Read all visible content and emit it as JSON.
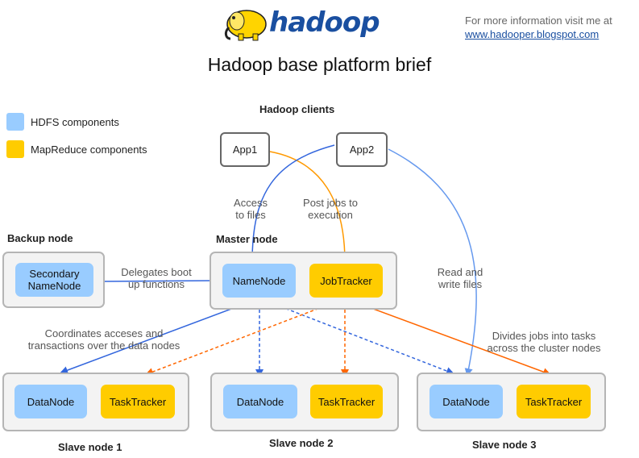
{
  "logo": {
    "text": "hadoop"
  },
  "info": {
    "line1": "For more information visit me at",
    "link": "www.hadooper.blogspot.com"
  },
  "title": "Hadoop base platform brief",
  "legend": {
    "hdfs": {
      "label": "HDFS components",
      "color": "#99ccff"
    },
    "mapreduce": {
      "label": "MapReduce components",
      "color": "#ffcc00"
    }
  },
  "clients": {
    "label": "Hadoop clients",
    "app1": "App1",
    "app2": "App2"
  },
  "backup": {
    "label": "Backup node",
    "secondary": "Secondary\nNameNode"
  },
  "master": {
    "label": "Master node",
    "namenode": "NameNode",
    "jobtracker": "JobTracker"
  },
  "notes": {
    "access": "Access\nto files",
    "post": "Post jobs to\nexecution",
    "delegates": "Delegates boot\nup functions",
    "readwrite": "Read and\nwrite files",
    "coordinates": "Coordinates acceses and\ntransactions over the data nodes",
    "divides": "Divides jobs into tasks\nacross the cluster nodes"
  },
  "slaves": [
    {
      "label": "Slave node 1",
      "datanode": "DataNode",
      "tasktracker": "TaskTracker"
    },
    {
      "label": "Slave node 2",
      "datanode": "DataNode",
      "tasktracker": "TaskTracker"
    },
    {
      "label": "Slave node 3",
      "datanode": "DataNode",
      "tasktracker": "TaskTracker"
    }
  ],
  "colors": {
    "hdfs_arrow": "#3366dd",
    "mr_arrow": "#ff6600",
    "app_orange": "#ff9900",
    "app2_blue": "#6699ee"
  }
}
